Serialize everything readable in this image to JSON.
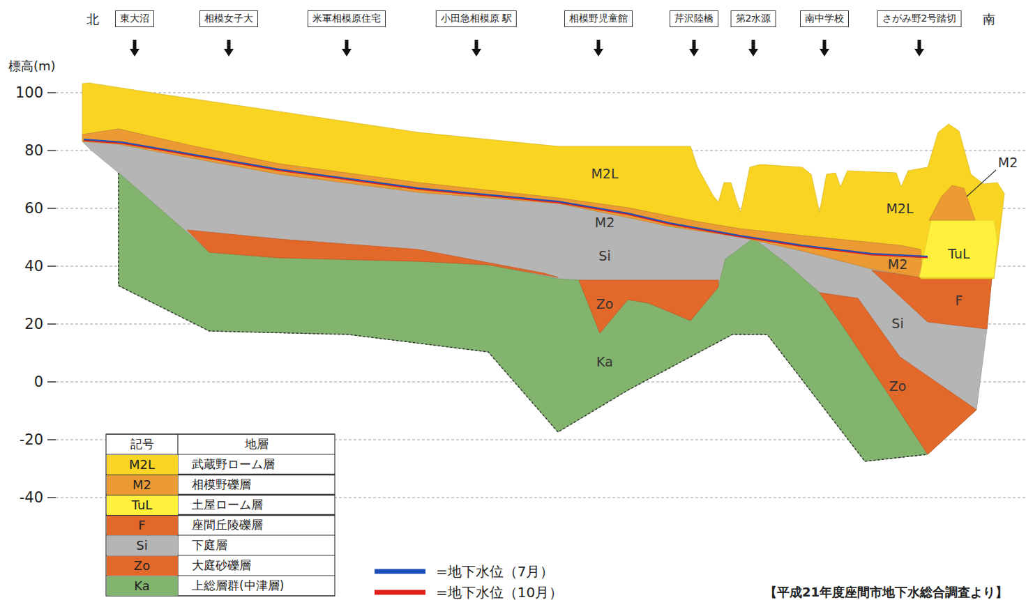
{
  "diagram": {
    "nodes": [
      {
        "text": [
          "東大沼"
        ]
      },
      {
        "text": [
          "相模女子大"
        ]
      },
      {
        "text": [
          "米軍相模原住宅"
        ]
      },
      {
        "text": [
          "小田急相模原 駅"
        ]
      },
      {
        "text": [
          "相模野児童館"
        ]
      },
      {
        "text": [
          "芹沢陸橋"
        ]
      },
      {
        "text": [
          "第2水源"
        ]
      },
      {
        "text": [
          "南中学校"
        ]
      },
      {
        "text": [
          "さがみ野2号踏切"
        ]
      }
    ],
    "labels": [
      "北",
      "南",
      "標高(m)",
      "100",
      "80",
      "60",
      "40",
      "20",
      "0",
      "-20",
      "-40",
      "M2L",
      "M2",
      "Si",
      "Zo",
      "Ka",
      "M2L",
      "M2",
      "TuL",
      "F",
      "Si",
      "Zo",
      "M2",
      "記号",
      "地層",
      "M2L",
      "M2",
      "TuL",
      "F",
      "Si",
      "Zo",
      "Ka",
      "【平成21年度座間市地下水総合調査より】"
    ],
    "legend": [
      {
        "text": "武蔵野ローム層",
        "color": "#f9d423"
      },
      {
        "text": "相模野礫層",
        "color": "#eb9a34"
      },
      {
        "text": "土屋ローム層",
        "color": "#fff03c"
      },
      {
        "text": "座間丘陵礫層",
        "color": "#e2692a"
      },
      {
        "text": "下庭層",
        "color": "#b5b5b5"
      },
      {
        "text": "大庭砂礫層",
        "color": "#e2692a"
      },
      {
        "text": "上総層群(中津層)",
        "color": "#82b46e"
      },
      {
        "text": "=地下水位（7月）"
      },
      {
        "text": "=地下水位（10月）"
      }
    ]
  }
}
